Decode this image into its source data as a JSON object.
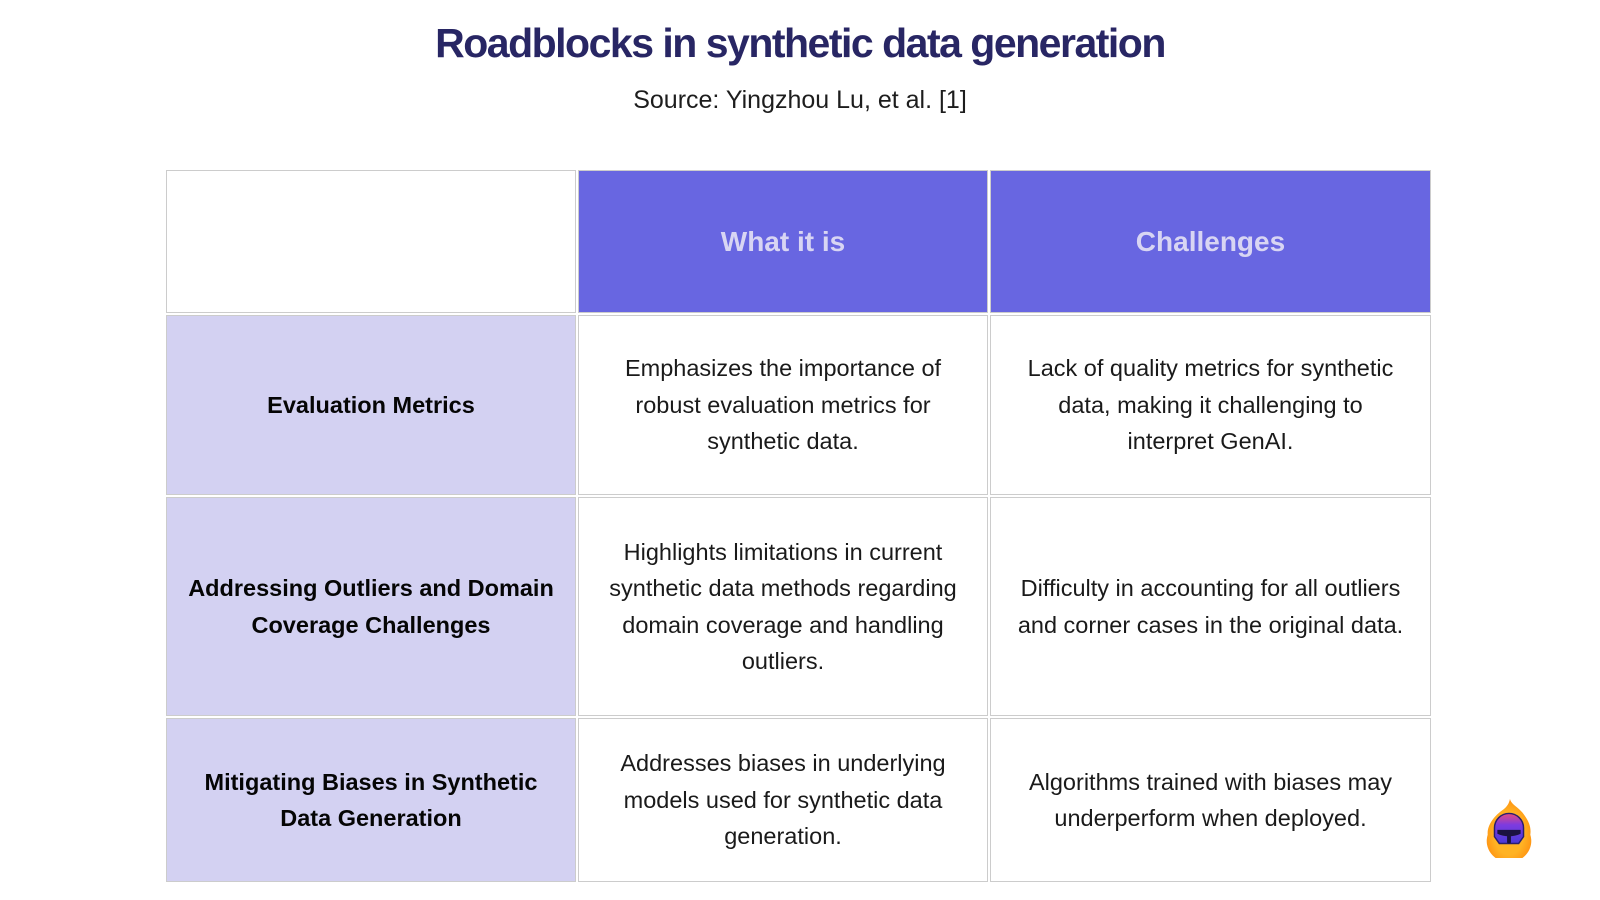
{
  "chart_data": {
    "type": "table",
    "title": "Roadblocks in synthetic data generation",
    "source": "Source: Yingzhou Lu, et al. [1]",
    "columns": [
      "",
      "What it is",
      "Challenges"
    ],
    "rows": [
      {
        "header": "Evaluation Metrics",
        "what_it_is": "Emphasizes the importance of robust evaluation metrics for synthetic data.",
        "challenges": "Lack of quality metrics for synthetic data, making it challenging to interpret GenAI."
      },
      {
        "header": "Addressing Outliers and Domain Coverage Challenges",
        "what_it_is": "Highlights limitations in current synthetic data methods regarding domain coverage and handling outliers.",
        "challenges": "Difficulty in accounting for all outliers and corner cases in the original data."
      },
      {
        "header": "Mitigating Biases in Synthetic Data Generation",
        "what_it_is": "Addresses biases in underlying models used for synthetic data generation.",
        "challenges": "Algorithms trained with biases may underperform when deployed."
      }
    ],
    "layout": {
      "legend": "none",
      "grid": "light-gray cell borders with white gaps",
      "header_row_position": "top",
      "row_header_position": "left"
    }
  },
  "colors": {
    "header_bg": "#6866E1",
    "header_text": "#D8D5F3",
    "row_header_bg": "#D3D1F2",
    "title_text": "#282664",
    "body_text": "#1A1A1A",
    "border": "#CCCCCC",
    "logo_flame": "#FF9517",
    "logo_helmet": "#6A3BE0"
  },
  "icons": {
    "logo": "flame-helmet-logo"
  }
}
